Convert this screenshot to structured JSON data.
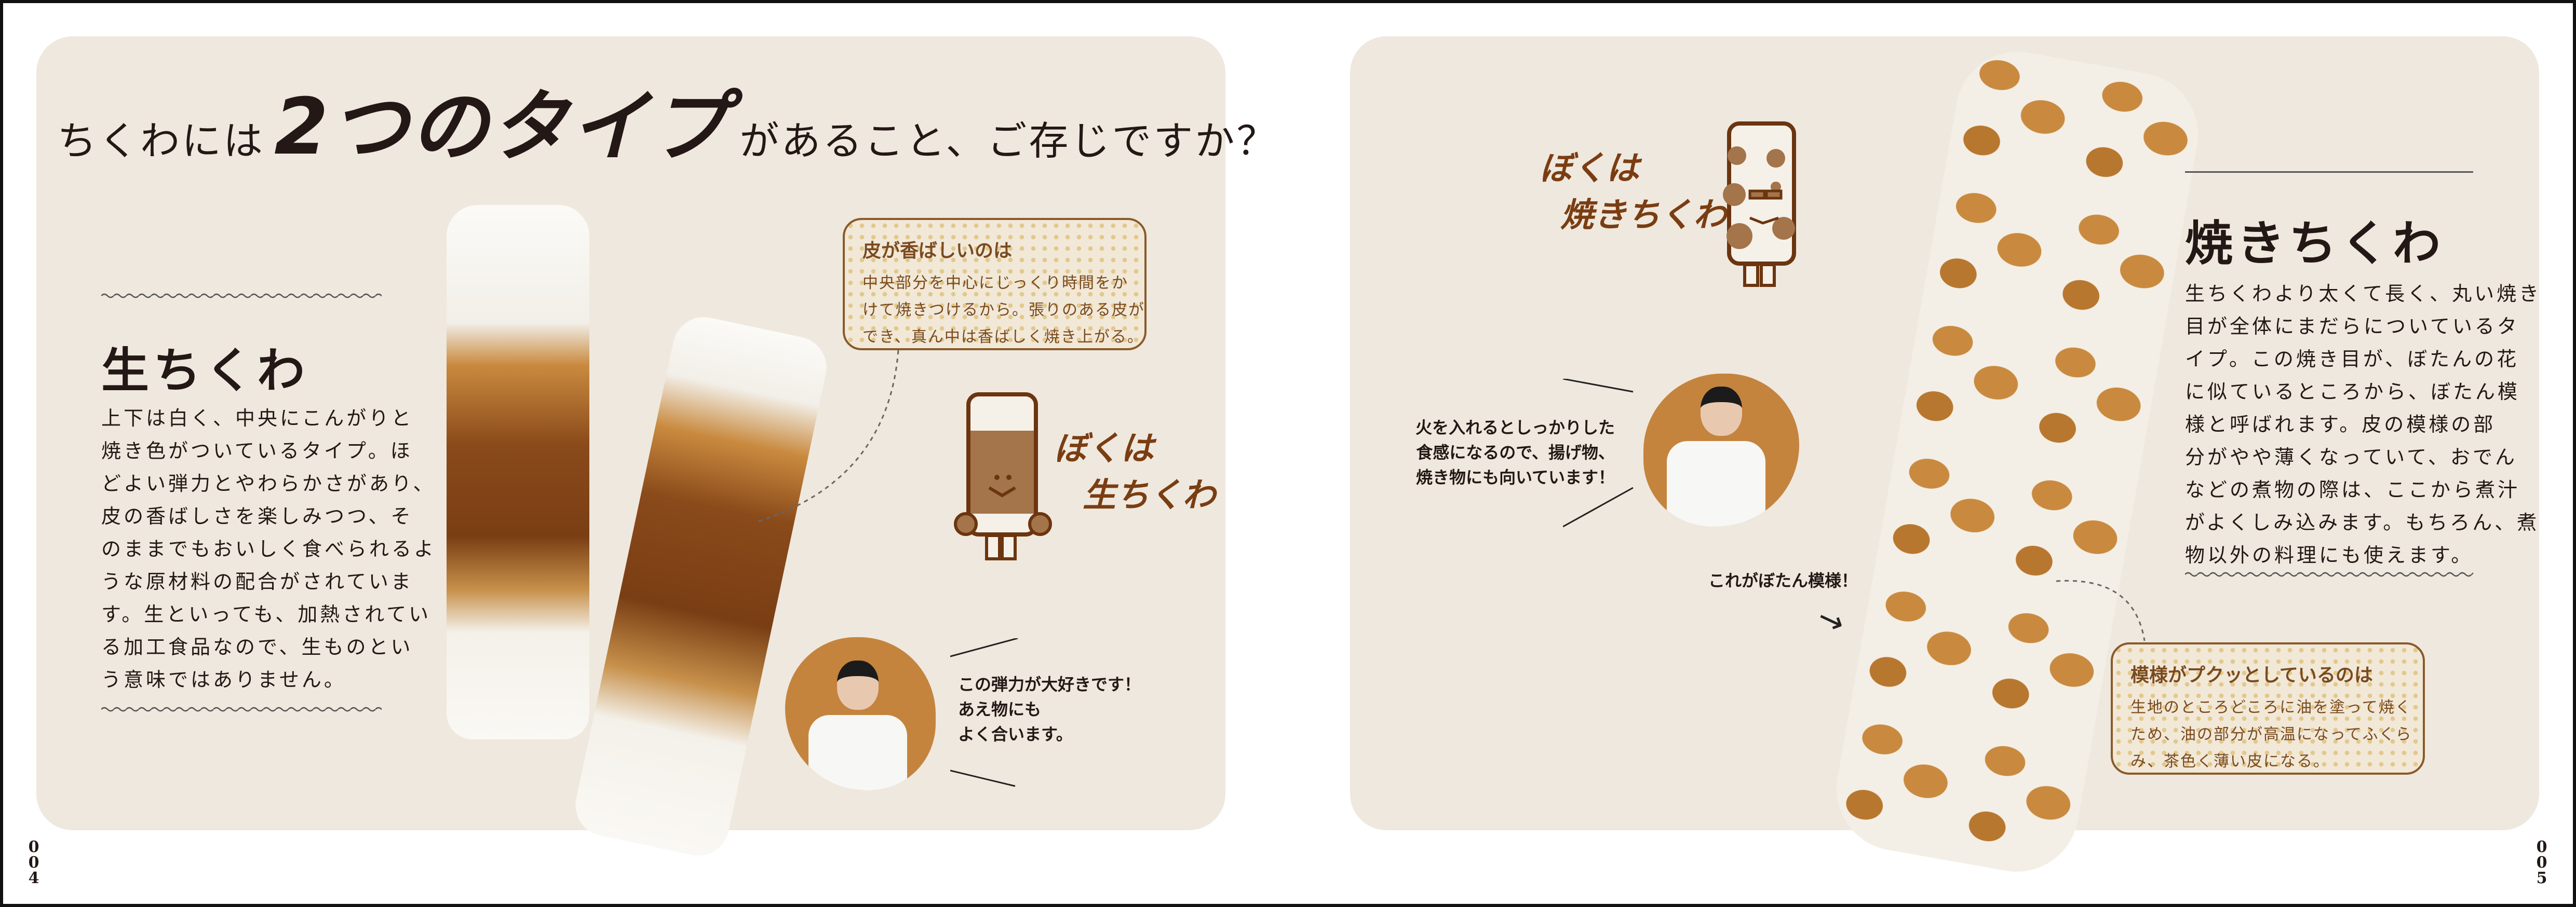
{
  "left_page": {
    "title_pre": "ちくわには",
    "title_emphasis": "2つのタイプ",
    "title_post": "があること、ご存じですか？",
    "section_heading": "生ちくわ",
    "body_lines": [
      "上下は白く、中央にこんがりと",
      "焼き色がついているタイプ。ほ",
      "どよい弾力とやわらかさがあり、",
      "皮の香ばしさを楽しみつつ、そ",
      "のままでもおいしく食べられるよ",
      "うな原材料の配合がされていま",
      "す。生といっても、加熱されてい",
      "る加工食品なので、生ものとい",
      "う意味ではありません。"
    ],
    "callout": {
      "title": "皮が香ばしいのは",
      "lines": [
        "中央部分を中心にじっくり時間をか",
        "けて焼きつけるから。張りのある皮が",
        "でき、真ん中は香ばしく焼き上がる。"
      ]
    },
    "character_label": [
      "ぼくは",
      "生ちくわ"
    ],
    "quote_lines": [
      "この弾力が大好きです！",
      "あえ物にも",
      "よく合います。"
    ],
    "page_number": [
      "0",
      "0",
      "4"
    ]
  },
  "right_page": {
    "character_label": [
      "ぼくは",
      "焼きちくわ"
    ],
    "quote_lines": [
      "火を入れるとしっかりした",
      "食感になるので、揚げ物、",
      "焼き物にも向いています！"
    ],
    "pointer_label": "これがぼたん模様！",
    "section_heading": "焼きちくわ",
    "body_lines": [
      "生ちくわより太くて長く、丸い焼き",
      "目が全体にまだらについているタ",
      "イプ。この焼き目が、ぼたんの花",
      "に似ているところから、ぼたん模",
      "様と呼ばれます。皮の模様の部",
      "分がやや薄くなっていて、おでん",
      "などの煮物の際は、ここから煮汁",
      "がよくしみ込みます。もちろん、煮",
      "物以外の料理にも使えます。"
    ],
    "callout": {
      "title": "模様がプクッとしているのは",
      "lines": [
        "生地のところどころに油を塗って焼く",
        "ため、油の部分が高温になってふくら",
        "み、茶色く薄い皮になる。"
      ]
    },
    "page_number": [
      "0",
      "0",
      "5"
    ]
  },
  "colors": {
    "panel": "#efe8de",
    "accent_brown": "#7a4a1e",
    "blob_orange": "#c4843e",
    "dots": "#e2c88c"
  }
}
